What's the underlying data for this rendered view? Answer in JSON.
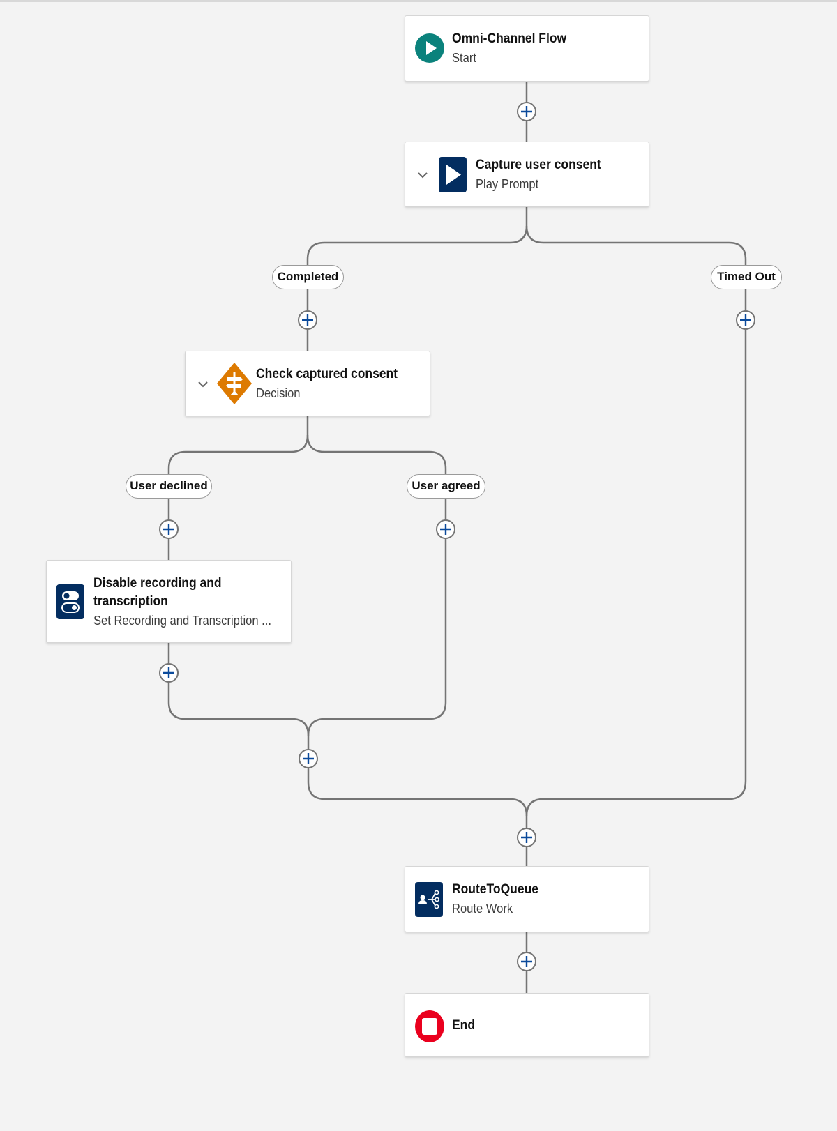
{
  "nodes": {
    "start": {
      "title": "Omni-Channel Flow",
      "subtitle": "Start",
      "icon": "play-circle-icon",
      "color": "#0b827c"
    },
    "capture": {
      "title": "Capture user consent",
      "subtitle": "Play Prompt",
      "icon": "play-icon",
      "color": "#032d60"
    },
    "decision": {
      "title": "Check captured consent",
      "subtitle": "Decision",
      "icon": "decision-icon",
      "color": "#dd7a01"
    },
    "disable": {
      "title_line1": "Disable recording and",
      "title_line2": "transcription",
      "subtitle": "Set Recording and Transcription ...",
      "icon": "toggle-icon",
      "color": "#032d60"
    },
    "route": {
      "title": "RouteToQueue",
      "subtitle": "Route Work",
      "icon": "route-work-icon",
      "color": "#032d60"
    },
    "end": {
      "title": "End",
      "icon": "stop-icon",
      "color": "#ea001e"
    }
  },
  "connectors": {
    "completed": "Completed",
    "timed_out": "Timed Out",
    "user_declined": "User declined",
    "user_agreed": "User agreed"
  },
  "colors": {
    "connector_line": "#747474",
    "add_icon": "#0b4a9b",
    "canvas": "#f3f3f3"
  }
}
